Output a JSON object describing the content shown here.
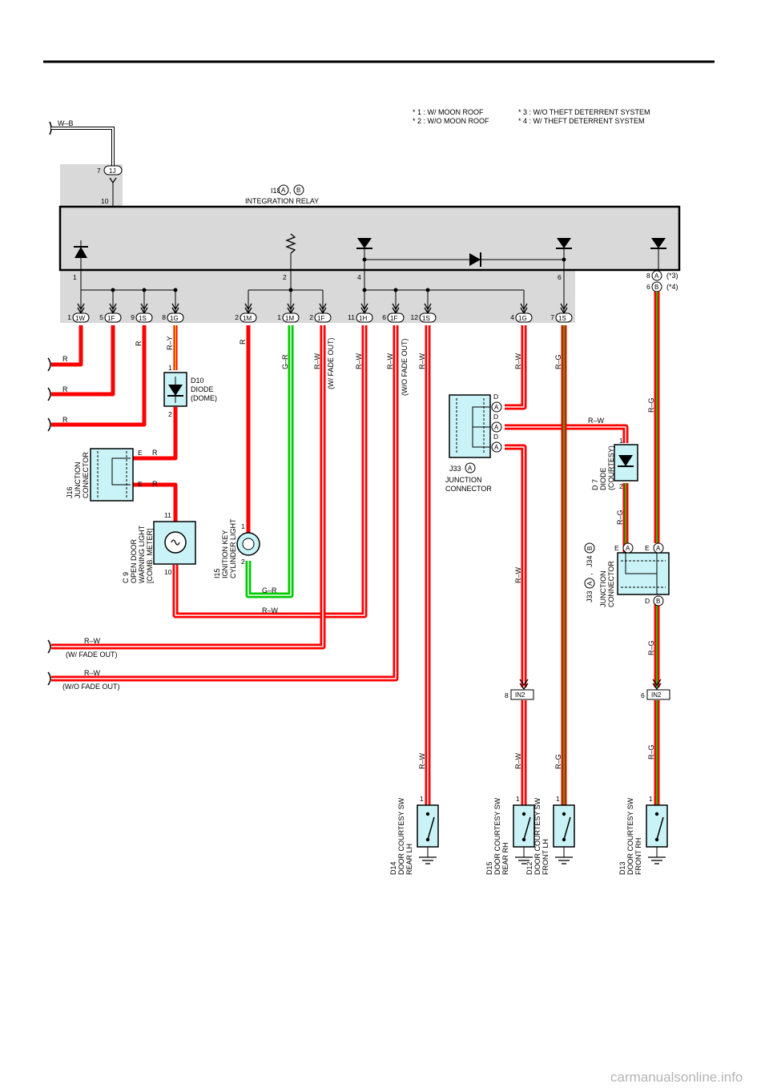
{
  "notes": {
    "n1": "* 1 : W/ MOON ROOF",
    "n2": "* 2 : W/O MOON ROOF",
    "n3": "* 3 : W/O THEFT DETERRENT SYSTEM",
    "n4": "* 4 : W/ THEFT DETERRENT SYSTEM"
  },
  "relay": {
    "code": "I18",
    "c1": "A",
    "sep": ",",
    "c2": "B",
    "name": "INTEGRATION RELAY",
    "in_pin": "7",
    "in_conn": "1J",
    "in_pin2": "10",
    "top_pin_a": "8",
    "top_conn_a": "A",
    "top_note_a": "(*3)",
    "top_pin_b": "6",
    "top_conn_b": "B",
    "top_note_b": "(*4)",
    "inner": {
      "p1": "1",
      "p2": "2",
      "p4": "4",
      "p6": "6"
    },
    "connectors": [
      {
        "pin": "1",
        "conn": "1W"
      },
      {
        "pin": "5",
        "conn": "1F"
      },
      {
        "pin": "9",
        "conn": "1S"
      },
      {
        "pin": "8",
        "conn": "1G"
      },
      {
        "pin": "2",
        "conn": "1M"
      },
      {
        "pin": "1",
        "conn": "1M"
      },
      {
        "pin": "2",
        "conn": "1F"
      },
      {
        "pin": "11",
        "conn": "1H"
      },
      {
        "pin": "6",
        "conn": "1F"
      },
      {
        "pin": "12",
        "conn": "1S"
      },
      {
        "pin": "4",
        "conn": "1G"
      },
      {
        "pin": "7",
        "conn": "1S"
      }
    ]
  },
  "wires": {
    "wb": "W–B",
    "r1": "R",
    "r2": "R",
    "r3": "R",
    "r_1s": "R",
    "ry": "R–Y",
    "r_1m": "R",
    "gr": "G–R",
    "rw_1f": "R–W",
    "fade_note": "(W/ FADE OUT)",
    "rw_1h": "R–W",
    "rw_1f6": "R–W",
    "wo_fade_note": "(W/O FADE OUT)",
    "rw_1s": "R–W",
    "rw_1g": "R–W",
    "rg_1s": "R–G",
    "rg_top": "R–G",
    "rw_j33": "R–W",
    "rg_d7": "R–G",
    "rw_j33down": "R–W",
    "rg_jbelow": "R–G",
    "gr_bottom": "G–R",
    "rw_bottom": "R–W",
    "rw_fade_left": "R–W",
    "fade_left_note": "(W/ FADE OUT)",
    "rw_wofade_left": "R–W",
    "wofade_left_note": "(W/O FADE OUT)",
    "rw_d14": "R–W",
    "rw_d15": "R–W",
    "rg_d12": "R–G",
    "rg_d13": "R–G"
  },
  "components": {
    "d10": {
      "code": "D10",
      "l1": "DIODE",
      "l2": "(DOME)",
      "p1": "1",
      "p2": "2"
    },
    "j16": {
      "code": "J16",
      "l1": "JUNCTION",
      "l2": "CONNECTOR",
      "e1": "E",
      "e2": "E",
      "r1": "R",
      "r2": "R"
    },
    "c9": {
      "code": "C 9",
      "l1": "OPEN DOOR",
      "l2": "WARNING LIGHT",
      "l3": "[COMB. METER]",
      "p1": "11",
      "p2": "10"
    },
    "i15": {
      "code": "I15",
      "l1": "IGNITION KEY",
      "l2": "CYLINDER LIGHT",
      "p1": "1",
      "p2": "2"
    },
    "j33": {
      "code": "J33",
      "conn": "A",
      "l1": "JUNCTION",
      "l2": "CONNECTOR",
      "d": "D",
      "a": "A"
    },
    "d7": {
      "code": "D 7",
      "l1": "DIODE",
      "l2": "(COURTESY)",
      "p1": "1",
      "p2": "2"
    },
    "j3334": {
      "c1": "J33",
      "a": "A",
      "sep": ",",
      "c2": "J34",
      "b": "B",
      "l1": "JUNCTION",
      "l2": "CONNECTOR",
      "e": "E",
      "d": "D"
    },
    "in2a": {
      "pin": "8",
      "conn": "IN2"
    },
    "in2b": {
      "pin": "6",
      "conn": "IN2"
    },
    "d14": {
      "code": "D14",
      "l1": "DOOR COURTESY SW",
      "l2": "REAR LH",
      "p": "1"
    },
    "d15": {
      "code": "D15",
      "l1": "DOOR COURTESY SW",
      "l2": "REAR RH",
      "p": "1"
    },
    "d12": {
      "code": "D12",
      "l1": "DOOR COURTESY SW",
      "l2": "FRONT LH",
      "p": "1"
    },
    "d13": {
      "code": "D13",
      "l1": "DOOR COURTESY SW",
      "l2": "FRONT RH",
      "p": "1"
    }
  },
  "watermark": "carmanualsonline.info",
  "colors": {
    "red": "#ff0000",
    "green": "#00cc00",
    "yellow": "#ffcc00",
    "panel": "#d9d9d9",
    "component": "#c9f3f6"
  }
}
